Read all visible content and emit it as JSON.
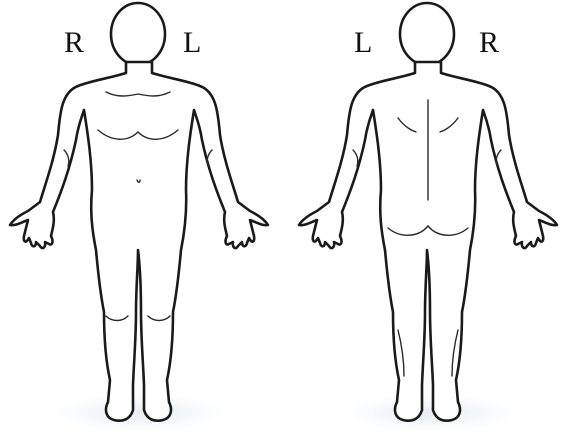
{
  "figure_type": "anatomical body diagram (front and back views)",
  "line_color": "#1a1a1a",
  "background": "#ffffff",
  "views": [
    {
      "view": "front",
      "label_left": "R",
      "label_right": "L"
    },
    {
      "view": "back",
      "label_left": "L",
      "label_right": "R"
    }
  ]
}
